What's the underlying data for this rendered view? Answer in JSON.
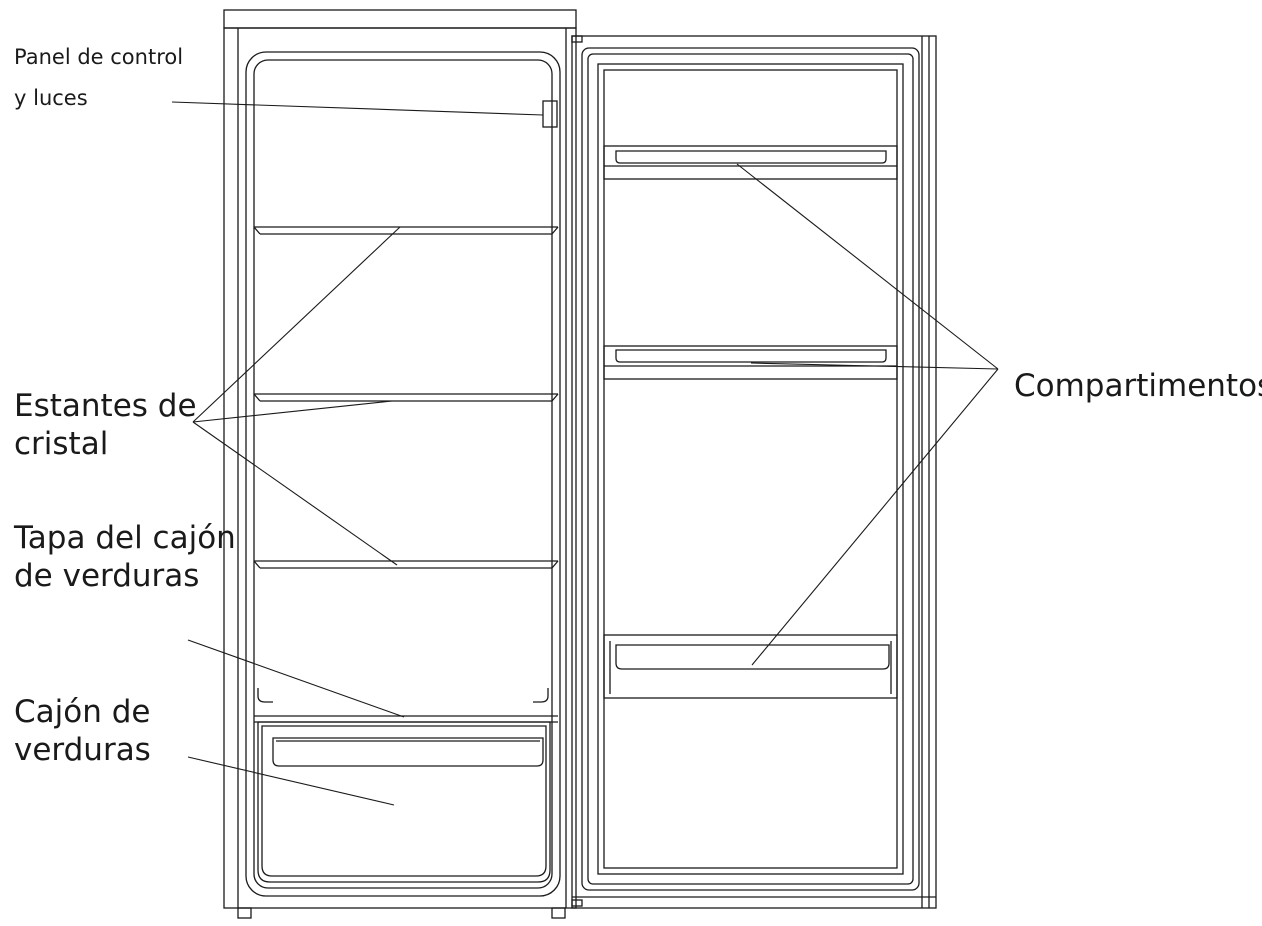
{
  "labels": {
    "panel_line1": "Panel de control",
    "panel_line2": "y luces",
    "shelves_line1": "Estantes de",
    "shelves_line2": "cristal",
    "cover_line1": "Tapa del cajón",
    "cover_line2": "de verduras",
    "drawer_line1": "Cajón de",
    "drawer_line2": "verduras",
    "compartments": "Compartimentos"
  },
  "colors": {
    "line": "#1a1a1a",
    "background": "#ffffff"
  }
}
